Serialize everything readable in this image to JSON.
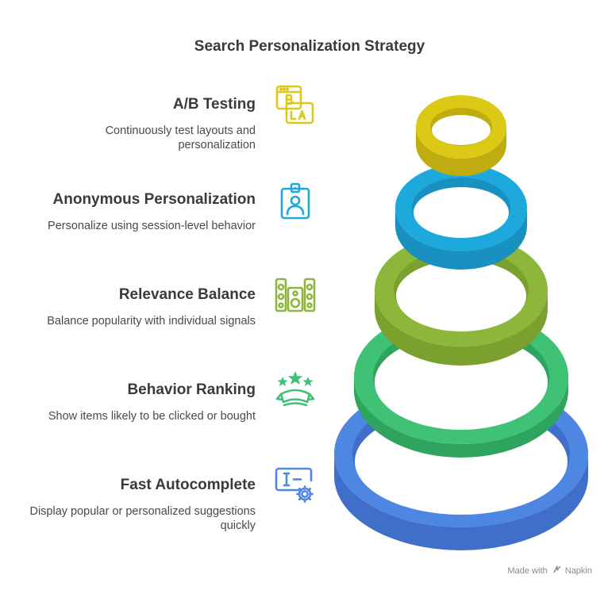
{
  "title": "Search Personalization Strategy",
  "items": [
    {
      "heading": "A/B Testing",
      "desc": [
        "Continuously test layouts and",
        "personalization"
      ],
      "icon": "ab-test-browser-icon",
      "color": "#DCC915"
    },
    {
      "heading": "Anonymous Personalization",
      "desc": [
        "Personalize using session-level behavior"
      ],
      "icon": "id-badge-icon",
      "color": "#1EA9DC"
    },
    {
      "heading": "Relevance Balance",
      "desc": [
        "Balance popularity with individual signals"
      ],
      "icon": "speaker-balance-icon",
      "color": "#8DB73A"
    },
    {
      "heading": "Behavior Ranking",
      "desc": [
        "Show items likely to be clicked or bought"
      ],
      "icon": "stars-ranking-icon",
      "color": "#3FC276"
    },
    {
      "heading": "Fast Autocomplete",
      "desc": [
        "Display popular or personalized suggestions",
        "quickly"
      ],
      "icon": "text-cursor-gear-icon",
      "color": "#4E86E4"
    }
  ],
  "footer": {
    "prefix": "Made with",
    "brand": "Napkin"
  }
}
